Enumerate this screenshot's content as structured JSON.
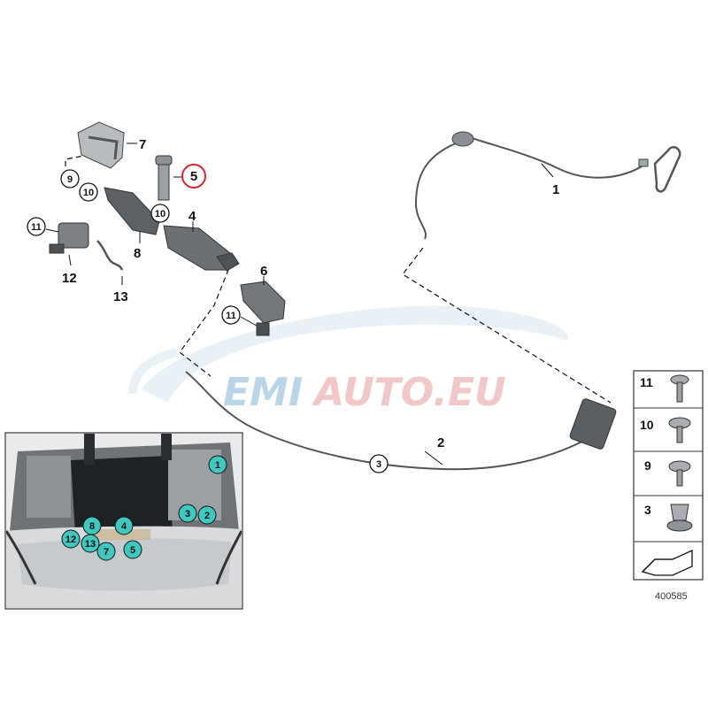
{
  "watermark": {
    "left_text": "EMI",
    "right_text": "AUTO.EU",
    "left_color": "#7fb6d6",
    "right_color": "#e69b9b"
  },
  "callouts": {
    "n1": "1",
    "n2": "2",
    "n3": "3",
    "n4": "4",
    "n5": "5",
    "n6": "6",
    "n7": "7",
    "n8": "8",
    "n9": "9",
    "n10a": "10",
    "n10b": "10",
    "n11a": "11",
    "n11b": "11",
    "n12": "12",
    "n13": "13"
  },
  "highlight_color": "#d9232d",
  "car_marker_color": "#3fc7c0",
  "car_markers": {
    "m1": "1",
    "m2": "2",
    "m3": "3",
    "m4": "4",
    "m5": "5",
    "m7": "7",
    "m8": "8",
    "m12": "12",
    "m13": "13"
  },
  "fastener_panel": {
    "f11": "11",
    "f10": "10",
    "f9": "9",
    "f3": "3"
  },
  "reference_number": "400585"
}
